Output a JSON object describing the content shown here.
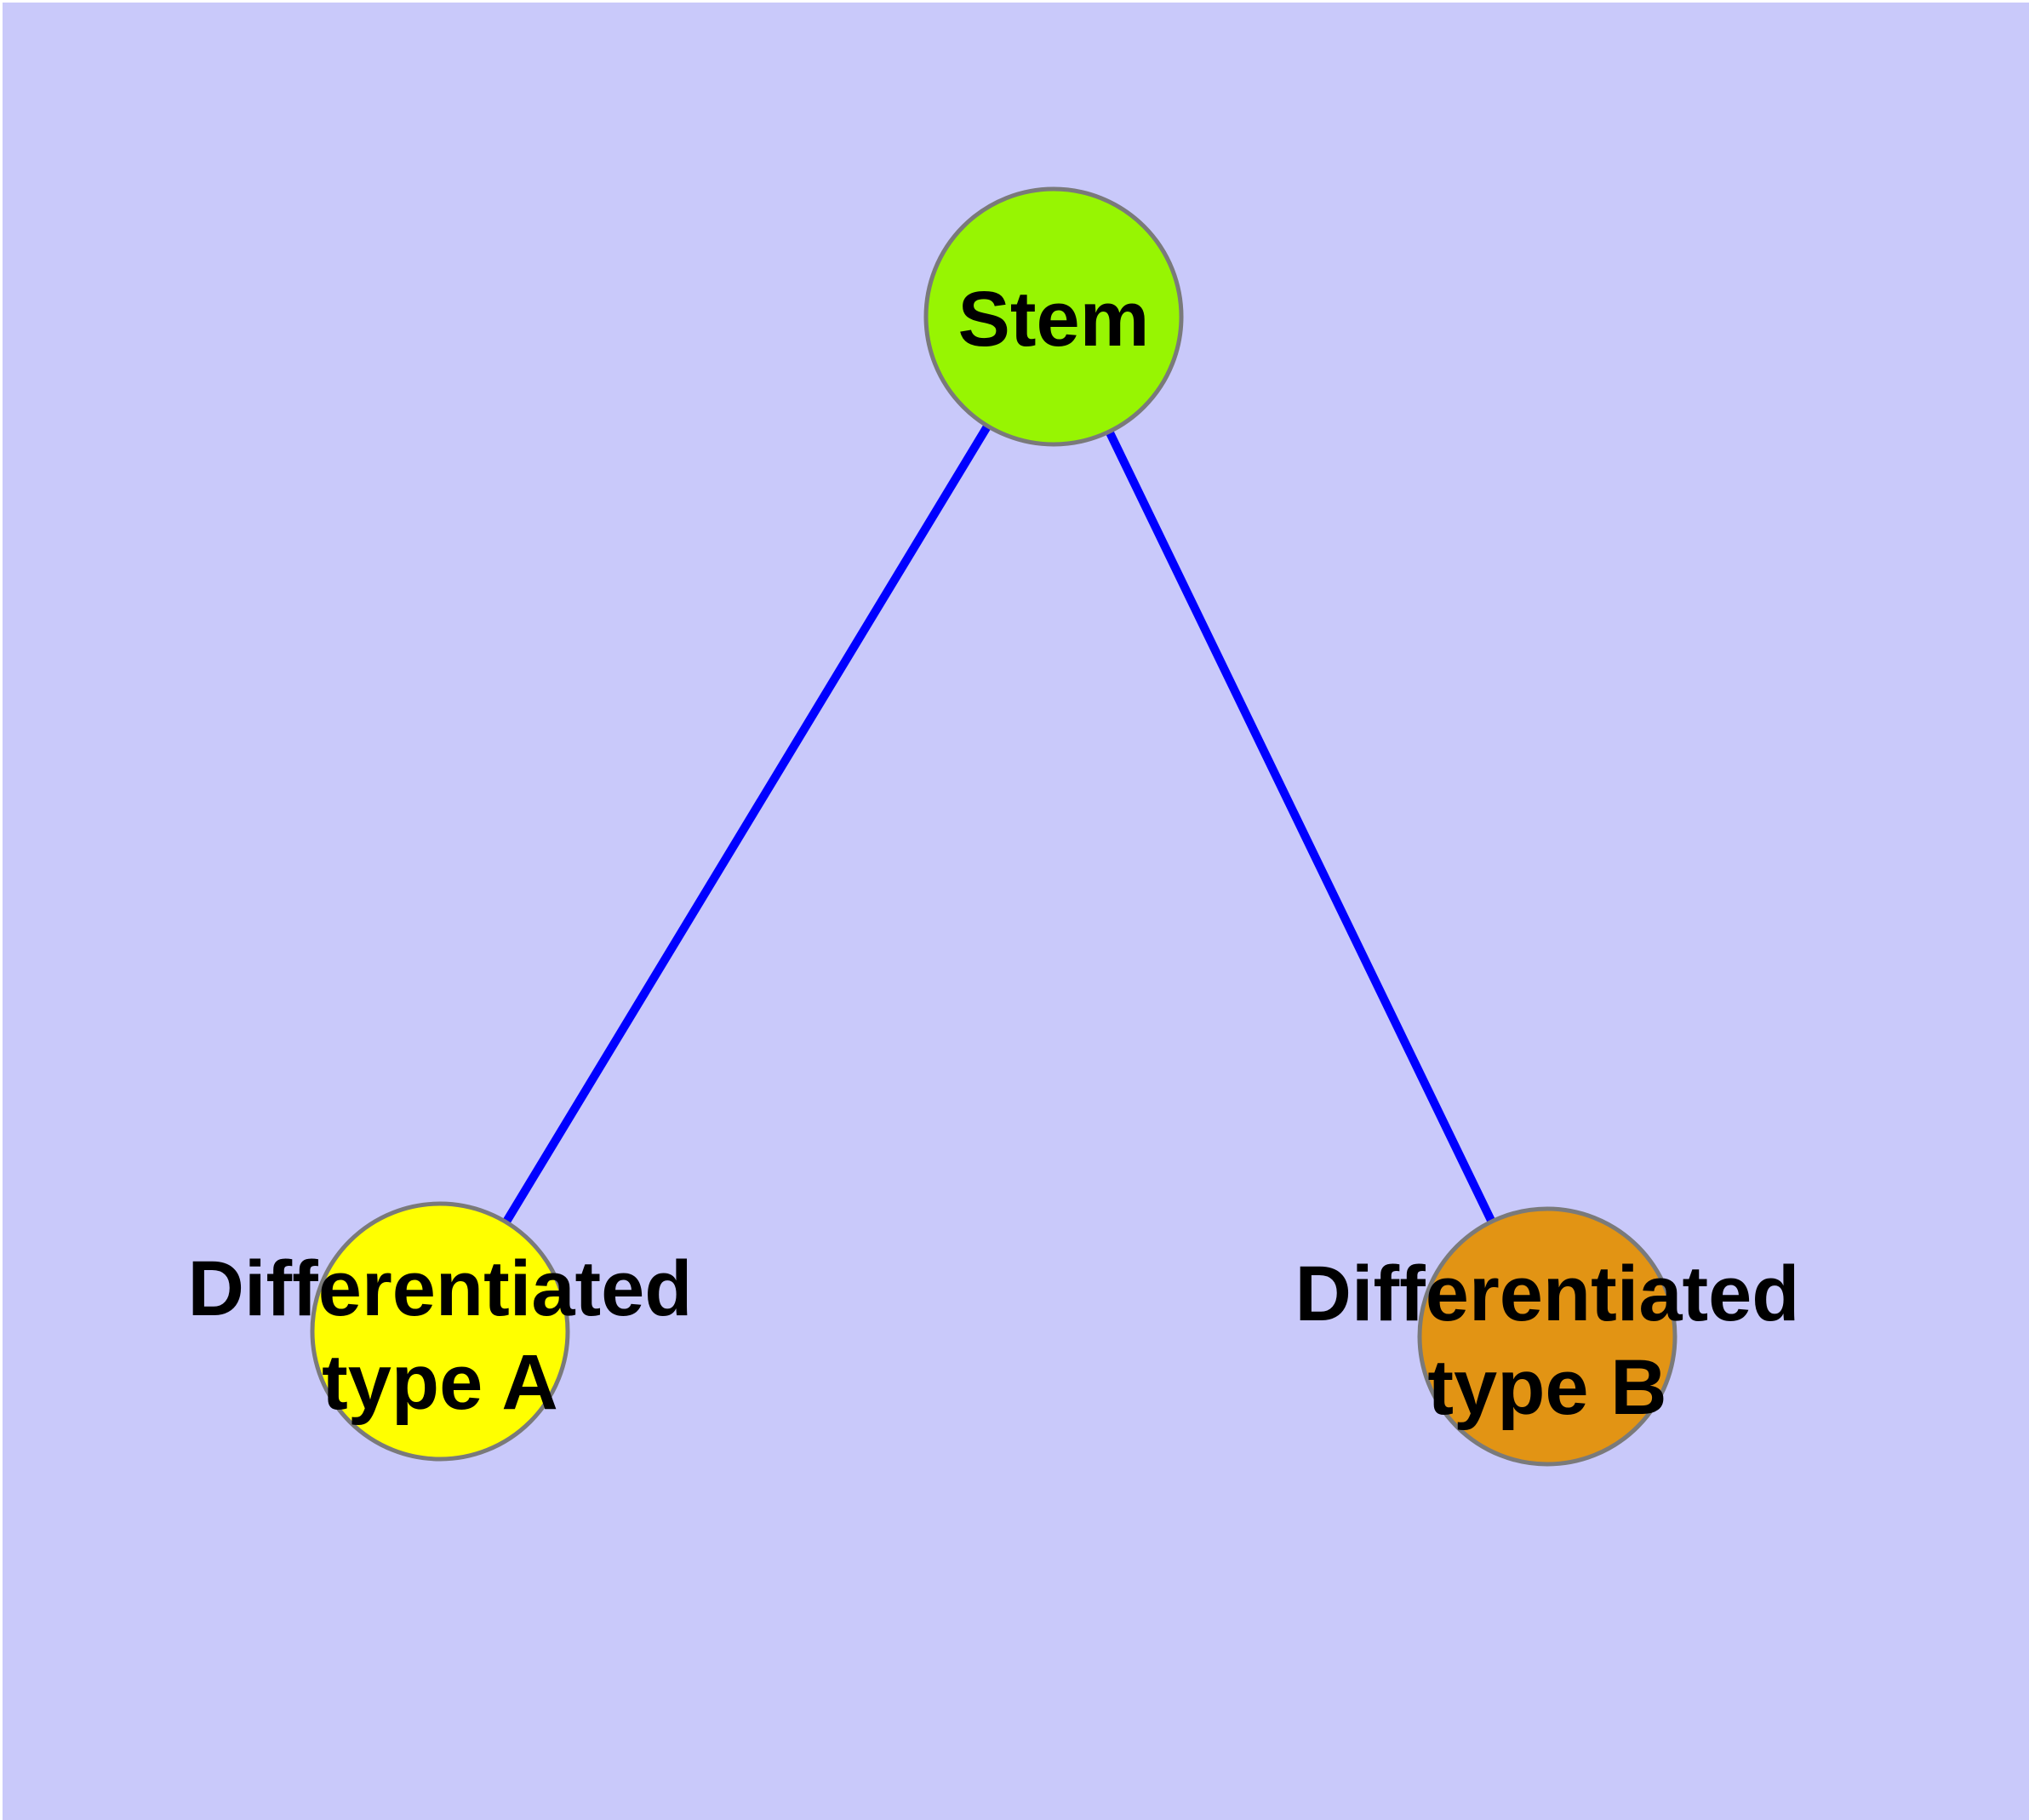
{
  "diagram": {
    "background_color": "#c9c9fa",
    "edge_color": "#0000ff",
    "node_border_color": "#7a7a7a",
    "label_color": "#000000",
    "nodes": {
      "stem": {
        "label": "Stem",
        "color": "#97f502"
      },
      "type_a": {
        "label_line1": "Differentiated",
        "label_line2": "type A",
        "color": "#ffff00"
      },
      "type_b": {
        "label_line1": "Differentiated",
        "label_line2": "type B",
        "color": "#e29414"
      }
    },
    "edges": [
      {
        "from": "Stem",
        "to": "Differentiated type A"
      },
      {
        "from": "Stem",
        "to": "Differentiated type B"
      }
    ]
  }
}
